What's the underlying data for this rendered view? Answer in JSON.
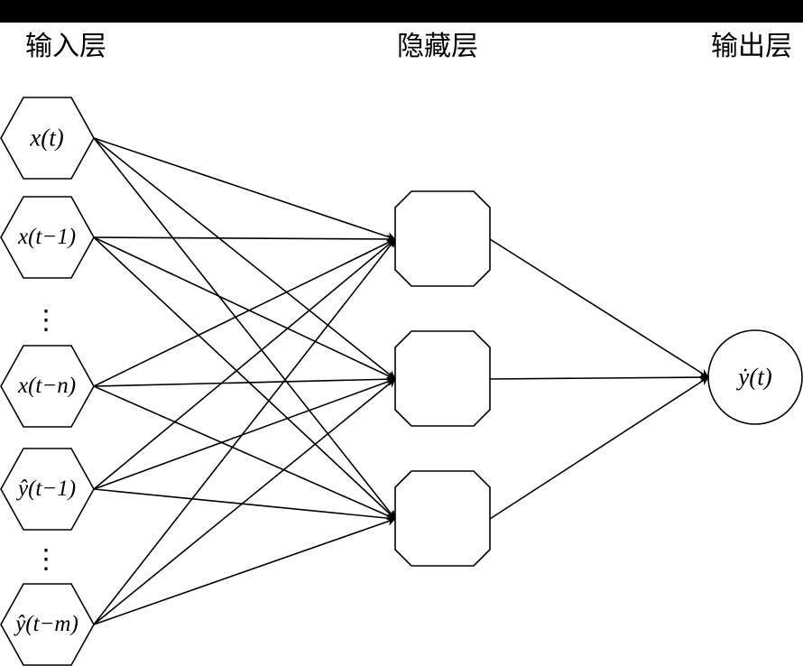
{
  "layers": {
    "input": "输入层",
    "hidden": "隐藏层",
    "output": "输出层"
  },
  "input_nodes": [
    "x(t)",
    "x(t−1)",
    "x(t−n)",
    "ŷ(t−1)",
    "ŷ(t−m)"
  ],
  "ellipsis": "⋮",
  "hidden_node_count": 3,
  "output_node": "ẏ(t)"
}
